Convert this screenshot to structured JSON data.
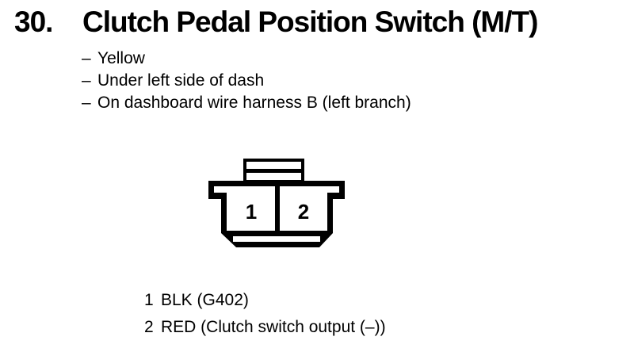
{
  "colors": {
    "ink": "#000000",
    "paper": "#ffffff"
  },
  "header": {
    "number": "30.",
    "title": "Clutch Pedal Position Switch (M/T)"
  },
  "details": [
    {
      "dash": "–",
      "text": "Yellow"
    },
    {
      "dash": "–",
      "text": "Under left side of dash"
    },
    {
      "dash": "–",
      "text": "On dashboard wire harness B (left branch)"
    }
  ],
  "connector": {
    "description": "2-cavity connector, terminal side view with top locking tab",
    "cavities": [
      {
        "number": "1"
      },
      {
        "number": "2"
      }
    ]
  },
  "pins": [
    {
      "number": "1",
      "label": "BLK (G402)"
    },
    {
      "number": "2",
      "label": "RED (Clutch switch output (–))"
    }
  ]
}
